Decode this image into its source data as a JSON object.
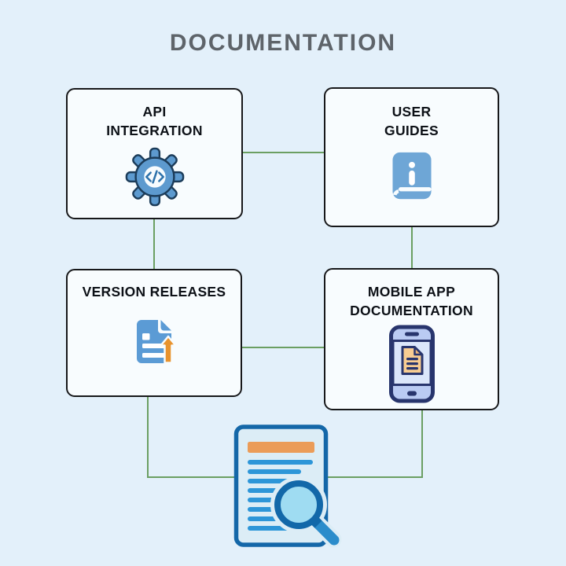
{
  "title": "DOCUMENTATION",
  "nodes": [
    {
      "id": "api-integration",
      "label": "API\nINTEGRATION",
      "icon": "gear-code-icon"
    },
    {
      "id": "user-guides",
      "label": "USER\nGUIDES",
      "icon": "book-info-icon"
    },
    {
      "id": "version-releases",
      "label": "VERSION RELEASES",
      "icon": "document-upload-icon"
    },
    {
      "id": "mobile-app-docs",
      "label": "MOBILE APP\nDOCUMENTATION",
      "icon": "mobile-document-icon"
    }
  ],
  "center_icon": "document-magnifier-icon",
  "edges": [
    [
      "api-integration",
      "user-guides"
    ],
    [
      "api-integration",
      "version-releases"
    ],
    [
      "user-guides",
      "mobile-app-docs"
    ],
    [
      "version-releases",
      "mobile-app-docs"
    ],
    [
      "version-releases",
      "center-document"
    ],
    [
      "mobile-app-docs",
      "center-document"
    ]
  ],
  "colors": {
    "background": "#e3f0fa",
    "node_fill": "#f8fcfe",
    "node_border": "#17181a",
    "connector_green": "#6b9f62",
    "title_gray": "#5e646a",
    "label_black": "#0d1117",
    "icon_blue": "#5d9acf",
    "icon_outline_navy": "#1c3c59",
    "book_blue": "#6ea6d6",
    "doc_blue": "#5b9bd5",
    "arrow_orange": "#e8932e",
    "phone_navy": "#28356d",
    "phone_band": "#bacbf3",
    "phone_screen": "#dbe6fa",
    "phone_doc_tan": "#f8cd92",
    "center_doc_fill": "#dcedf6",
    "center_doc_stroke": "#1467a8",
    "center_bar_orange": "#eb9c58",
    "center_lines_blue": "#2d96d8",
    "lens_fill": "#9fdcf2",
    "handle_blue": "#2b8ccb"
  }
}
